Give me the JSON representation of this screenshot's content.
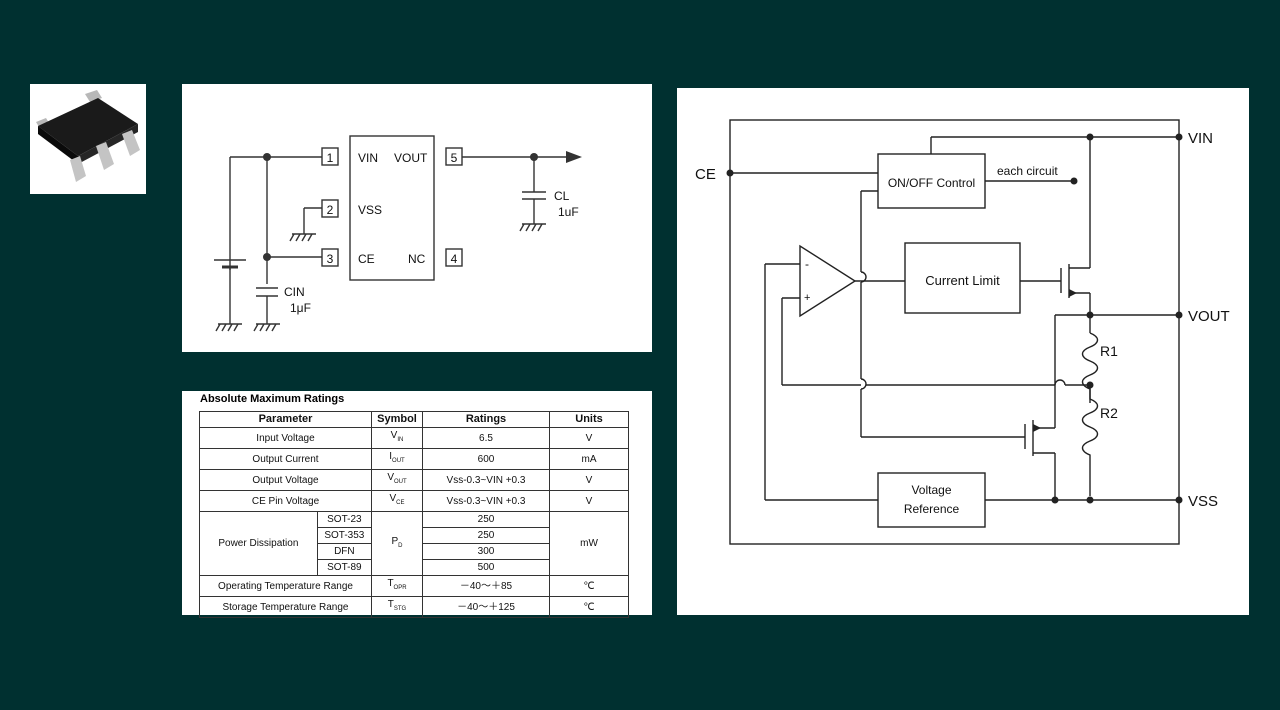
{
  "app_circuit": {
    "pins": [
      {
        "num": "1",
        "name": "VIN"
      },
      {
        "num": "2",
        "name": "VSS"
      },
      {
        "num": "3",
        "name": "CE"
      },
      {
        "num": "5",
        "name": "VOUT"
      },
      {
        "num": "4",
        "name": "NC"
      }
    ],
    "cin_label": "CIN",
    "cin_value": "1μF",
    "cl_label": "CL",
    "cl_value": "1uF"
  },
  "ratings": {
    "title": "Absolute Maximum Ratings",
    "headers": [
      "Parameter",
      "Symbol",
      "Ratings",
      "Units"
    ],
    "rows": [
      {
        "param": "Input Voltage",
        "symbol": "V",
        "symbol_sub": "IN",
        "rating": "6.5",
        "unit": "V"
      },
      {
        "param": "Output Current",
        "symbol": "I",
        "symbol_sub": "OUT",
        "rating": "600",
        "unit": "mA"
      },
      {
        "param": "Output Voltage",
        "symbol": "V",
        "symbol_sub": "OUT",
        "rating": "Vss-0.3~VIN +0.3",
        "unit": "V"
      },
      {
        "param": "CE Pin Voltage",
        "symbol": "V",
        "symbol_sub": "CE",
        "rating": "Vss-0.3~VIN +0.3",
        "unit": "V"
      }
    ],
    "power": {
      "param": "Power Dissipation",
      "symbol": "P",
      "symbol_sub": "D",
      "unit": "mW",
      "packages": [
        {
          "name": "SOT-23",
          "rating": "250"
        },
        {
          "name": "SOT-353",
          "rating": "250"
        },
        {
          "name": "DFN",
          "rating": "300"
        },
        {
          "name": "SOT-89",
          "rating": "500"
        }
      ]
    },
    "temps": [
      {
        "param": "Operating Temperature Range",
        "symbol": "T",
        "symbol_sub": "OPR",
        "rating": "－40～＋85",
        "unit": "℃"
      },
      {
        "param": "Storage Temperature Range",
        "symbol": "T",
        "symbol_sub": "STG",
        "rating": "－40～＋125",
        "unit": "℃"
      }
    ]
  },
  "block_diagram": {
    "vin": "VIN",
    "vout": "VOUT",
    "vss": "VSS",
    "ce": "CE",
    "onoff": "ON/OFF Control",
    "each_circuit": "each circuit",
    "current_limit": "Current Limit",
    "vref_line1": "Voltage",
    "vref_line2": "Reference",
    "r1": "R1",
    "r2": "R2",
    "opamp_minus": "-",
    "opamp_plus": "+"
  }
}
